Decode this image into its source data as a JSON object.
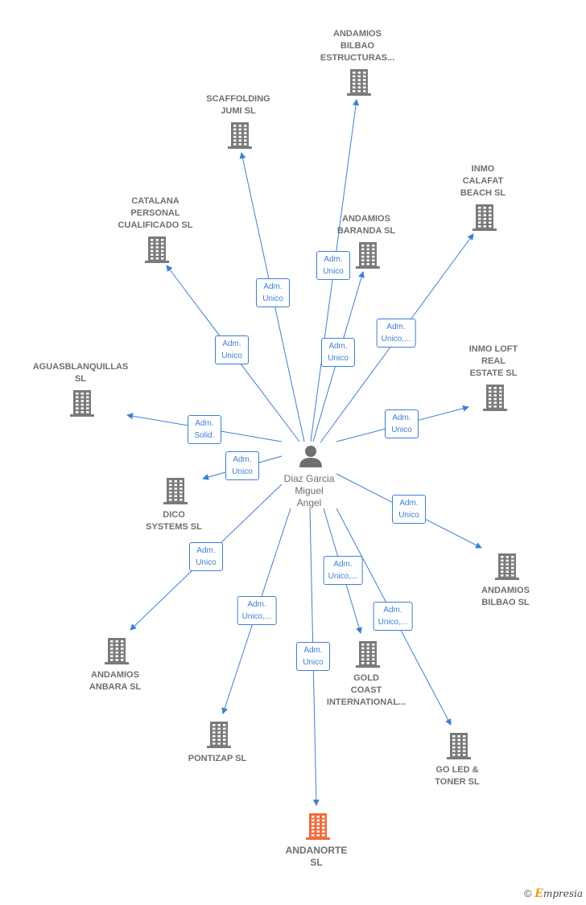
{
  "center": {
    "name": "Diaz Garcia\nMiguel\nAngel",
    "icon": "person-icon"
  },
  "colors": {
    "edge": "#3b7fd9",
    "company": "#7a7a7a",
    "highlight": "#f26b3a"
  },
  "nodes": [
    {
      "id": "andamios-bilbao-estructuras",
      "label": "ANDAMIOS\nBILBAO\nESTRUCTURAS...",
      "role": "Adm.\nUnico",
      "highlight": false
    },
    {
      "id": "scaffolding-jumi",
      "label": "SCAFFOLDING\nJUMI  SL",
      "role": "Adm.\nUnico",
      "highlight": false
    },
    {
      "id": "inmo-calafat",
      "label": "INMO\nCALAFAT\nBEACH  SL",
      "role": "Adm.\nUnico,...",
      "highlight": false
    },
    {
      "id": "catalana-personal",
      "label": "CATALANA\nPERSONAL\nCUALIFICADO SL",
      "role": "Adm.\nUnico",
      "highlight": false
    },
    {
      "id": "andamios-baranda",
      "label": "ANDAMIOS\nBARANDA  SL",
      "role": "Adm.\nUnico",
      "highlight": false
    },
    {
      "id": "inmo-loft",
      "label": "INMO LOFT\nREAL\nESTATE  SL",
      "role": "Adm.\nUnico",
      "highlight": false
    },
    {
      "id": "aguasblanquillas",
      "label": "AGUASBLANQUILLAS\nSL",
      "role": "Adm.\nSolid.",
      "highlight": false
    },
    {
      "id": "dico-systems",
      "label": "DICO\nSYSTEMS SL",
      "role": "Adm.\nUnico",
      "highlight": false
    },
    {
      "id": "andamios-bilbao",
      "label": "ANDAMIOS\nBILBAO SL",
      "role": "Adm.\nUnico",
      "highlight": false
    },
    {
      "id": "andamios-anbara",
      "label": "ANDAMIOS\nANBARA  SL",
      "role": "Adm.\nUnico",
      "highlight": false
    },
    {
      "id": "gold-coast",
      "label": "GOLD\nCOAST\nINTERNATIONAL...",
      "role": "Adm.\nUnico,...",
      "highlight": false
    },
    {
      "id": "pontizap",
      "label": "PONTIZAP SL",
      "role": "Adm.\nUnico,...",
      "highlight": false
    },
    {
      "id": "go-led-toner",
      "label": "GO LED &\nTONER  SL",
      "role": "Adm.\nUnico,...",
      "highlight": false
    },
    {
      "id": "andanorte",
      "label": "ANDANORTE\nSL",
      "role": "Adm.\nUnico",
      "highlight": true
    }
  ],
  "footer": {
    "copyright": "©",
    "brand_e": "E",
    "brand_rest": "mpresia"
  }
}
